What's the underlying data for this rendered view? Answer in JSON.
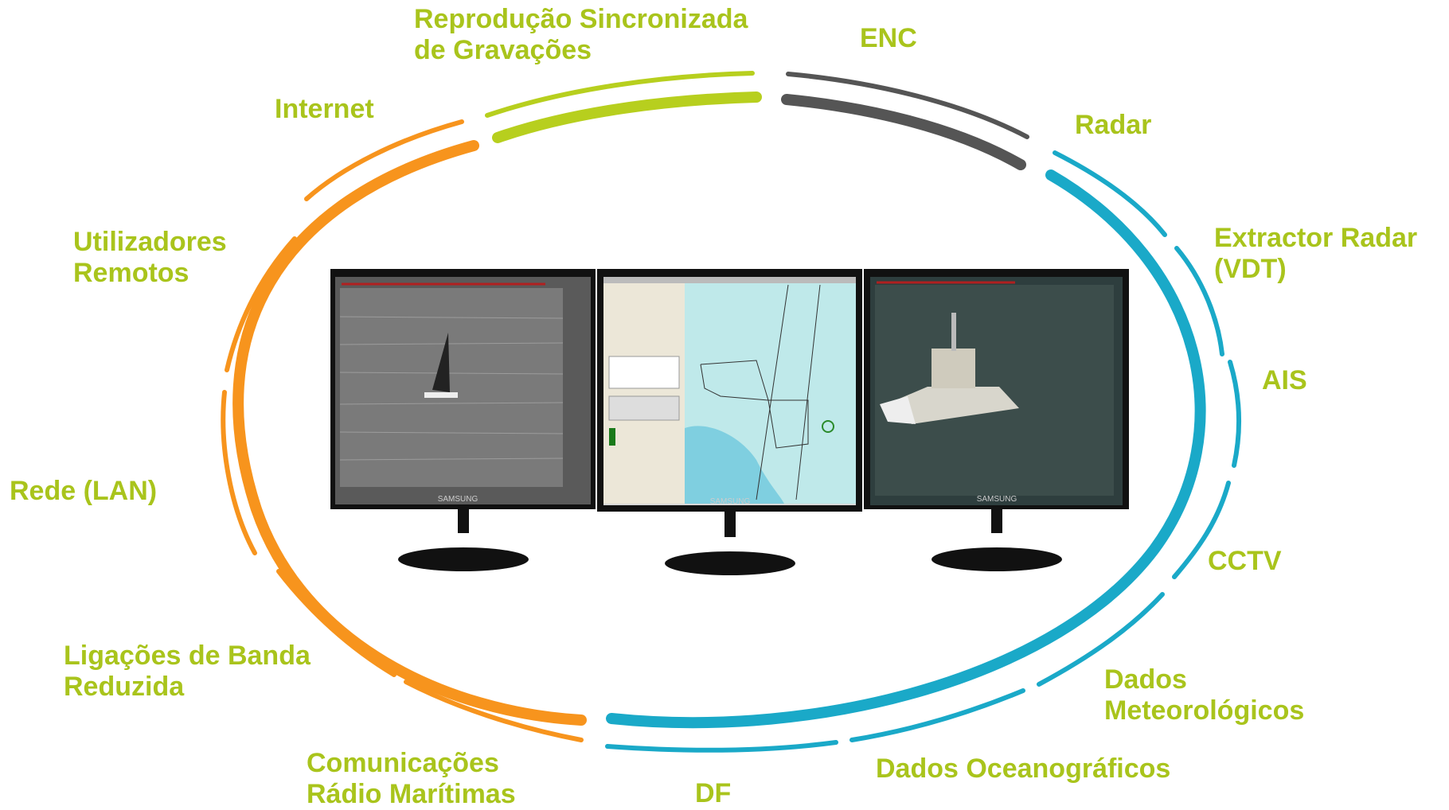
{
  "colors": {
    "label": "#a9c41c",
    "orange": "#f7941d",
    "green": "#b7cf1e",
    "gray": "#555555",
    "cyan": "#1aa9c8"
  },
  "labels": {
    "reproducao_l1": "Reprodução Sincronizada",
    "reproducao_l2": "de Gravações",
    "enc": "ENC",
    "internet": "Internet",
    "radar": "Radar",
    "utilizadores_l1": "Utilizadores",
    "utilizadores_l2": "Remotos",
    "extractor_l1": "Extractor Radar",
    "extractor_l2": "(VDT)",
    "ais": "AIS",
    "rede": "Rede (LAN)",
    "cctv": "CCTV",
    "ligacoes_l1": "Ligações de Banda",
    "ligacoes_l2": "Reduzida",
    "meteo_l1": "Dados",
    "meteo_l2": "Meteorológicos",
    "comunicacoes_l1": "Comunicações",
    "comunicacoes_l2": "Rádio Marítimas",
    "df": "DF",
    "oceano": "Dados Oceanográficos"
  },
  "monitors": {
    "brand": "SAMSUNG",
    "left_scene": "sailboat-camera-view",
    "center_scene": "chart-display-view",
    "right_scene": "patrol-boat-camera-view"
  }
}
